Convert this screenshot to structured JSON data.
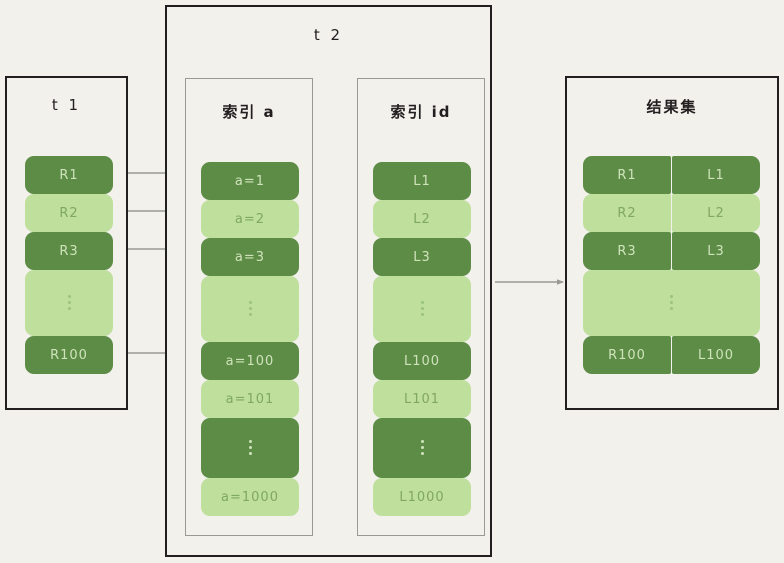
{
  "diagram": {
    "type": "flow-diagram",
    "background_color": "#f2f1ec",
    "colors": {
      "dark_green": "#5d8c46",
      "light_green": "#bfdf9c",
      "outer_border": "#231f20",
      "panel_border": "#9a9a93",
      "arrow": "#9a9a93"
    }
  },
  "t1_table": {
    "title": "t 1",
    "rows": [
      {
        "label": "R1",
        "shade": "dark"
      },
      {
        "label": "R2",
        "shade": "light"
      },
      {
        "label": "R3",
        "shade": "dark"
      },
      {
        "label": "",
        "shade": "light",
        "ellipsis": true
      },
      {
        "label": "R100",
        "shade": "dark"
      }
    ]
  },
  "t2_table": {
    "title": "t 2",
    "index_a": {
      "title": "索引 a",
      "rows": [
        {
          "label": "a=1",
          "shade": "dark"
        },
        {
          "label": "a=2",
          "shade": "light"
        },
        {
          "label": "a=3",
          "shade": "dark"
        },
        {
          "label": "",
          "shade": "light",
          "ellipsis": true
        },
        {
          "label": "a=100",
          "shade": "dark"
        },
        {
          "label": "a=101",
          "shade": "light"
        },
        {
          "label": "",
          "shade": "dark",
          "ellipsis": true
        },
        {
          "label": "a=1000",
          "shade": "light"
        }
      ]
    },
    "index_id": {
      "title": "索引 id",
      "rows": [
        {
          "label": "L1",
          "shade": "dark"
        },
        {
          "label": "L2",
          "shade": "light"
        },
        {
          "label": "L3",
          "shade": "dark"
        },
        {
          "label": "",
          "shade": "light",
          "ellipsis": true
        },
        {
          "label": "L100",
          "shade": "dark"
        },
        {
          "label": "L101",
          "shade": "light"
        },
        {
          "label": "",
          "shade": "dark",
          "ellipsis": true
        },
        {
          "label": "L1000",
          "shade": "light"
        }
      ]
    }
  },
  "result_set": {
    "title": "结果集",
    "rows": [
      {
        "left": "R1",
        "right": "L1",
        "shade": "dark"
      },
      {
        "left": "R2",
        "right": "L2",
        "shade": "light"
      },
      {
        "left": "R3",
        "right": "L3",
        "shade": "dark"
      },
      {
        "left": "",
        "right": "",
        "shade": "light",
        "ellipsis": true
      },
      {
        "left": "R100",
        "right": "L100",
        "shade": "dark"
      }
    ]
  },
  "arrows": {
    "t1_to_index_a": [
      {
        "from": "R1",
        "to": "a=1"
      },
      {
        "from": "R2",
        "to": "a=2"
      },
      {
        "from": "R3",
        "to": "a=3"
      },
      {
        "from": "R100",
        "to": "a=100"
      }
    ],
    "index_a_to_index_id": [
      {
        "from": "a=1",
        "to": "L1"
      },
      {
        "from": "a=2",
        "to": "L2"
      },
      {
        "from": "a=3",
        "to": "L3"
      },
      {
        "from": "a=100",
        "to": "L100"
      },
      {
        "from": "a=101",
        "to": "L101"
      },
      {
        "from": "a=1000",
        "to": "L1000"
      }
    ],
    "t2_to_result_set": [
      {
        "from": "t 2",
        "to": "结果集"
      }
    ]
  }
}
